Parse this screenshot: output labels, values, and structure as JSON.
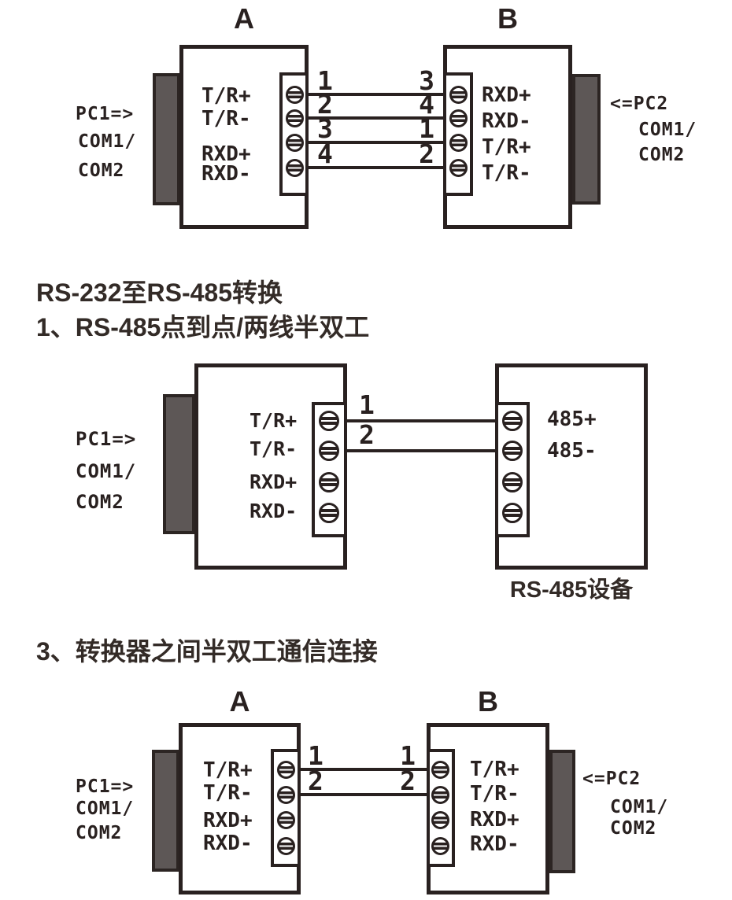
{
  "colors": {
    "ink": "#292120",
    "connector_fill": "#5d5756",
    "background": "#ffffff"
  },
  "diagram_rs422": {
    "device_a": {
      "title": "A",
      "ports": [
        "T/R+",
        "T/R-",
        "RXD+",
        "RXD-"
      ],
      "pins": [
        "1",
        "2",
        "3",
        "4"
      ]
    },
    "device_b": {
      "title": "B",
      "ports": [
        "RXD+",
        "RXD-",
        "T/R+",
        "T/R-"
      ],
      "pins": [
        "3",
        "4",
        "1",
        "2"
      ]
    },
    "pc1": {
      "line1": "PC1=>",
      "line2": "COM1/",
      "line3": "COM2"
    },
    "pc2": {
      "line1": "<=PC2",
      "line2": "COM1/",
      "line3": "COM2"
    }
  },
  "section_rs485": {
    "title": "RS-232至RS-485转换",
    "item1_title": "1、RS-485点到点/两线半双工",
    "converter": {
      "ports": [
        "T/R+",
        "T/R-",
        "RXD+",
        "RXD-"
      ],
      "pins": [
        "1",
        "2"
      ]
    },
    "rs485_device": {
      "ports": [
        "485+",
        "485-"
      ],
      "caption": "RS-485设备"
    },
    "pc1": {
      "line1": "PC1=>",
      "line2": "COM1/",
      "line3": "COM2"
    }
  },
  "section_half_duplex": {
    "item3_title": "3、转换器之间半双工通信连接",
    "device_a": {
      "title": "A",
      "ports": [
        "T/R+",
        "T/R-",
        "RXD+",
        "RXD-"
      ],
      "pins": [
        "1",
        "2"
      ]
    },
    "device_b": {
      "title": "B",
      "ports": [
        "T/R+",
        "T/R-",
        "RXD+",
        "RXD-"
      ],
      "pins": [
        "1",
        "2"
      ]
    },
    "pc1": {
      "line1": "PC1=>",
      "line2": "COM1/",
      "line3": "COM2"
    },
    "pc2": {
      "line1": "<=PC2",
      "line2": "COM1/",
      "line3": "COM2"
    }
  }
}
